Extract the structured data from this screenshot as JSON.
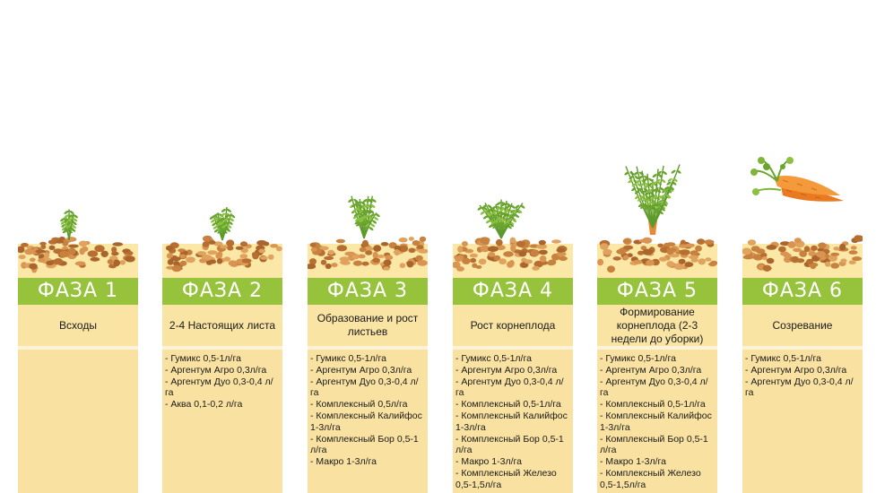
{
  "phases": [
    {
      "label": "ФАЗА 1",
      "description": "Всходы",
      "products": []
    },
    {
      "label": "ФАЗА 2",
      "description": "2-4 Настоящих листа",
      "products": [
        "- Гумикс 0,5-1л/га",
        "- Аргентум Агро 0,3л/га",
        "- Аргентум Дуо 0,3-0,4 л/га",
        "- Аква 0,1-0,2 л/га"
      ]
    },
    {
      "label": "ФАЗА 3",
      "description": "Образование и рост листьев",
      "products": [
        "- Гумикс 0,5-1л/га",
        "- Аргентум Агро 0,3л/га",
        "- Аргентум Дуо 0,3-0,4 л/га",
        "- Комплексный 0,5л/га",
        "- Комплексный Калийфос 1-3л/га",
        "- Комплексный Бор 0,5-1 л/га",
        "- Макро 1-3л/га"
      ]
    },
    {
      "label": "ФАЗА 4",
      "description": "Рост корнеплода",
      "products": [
        "- Гумикс 0,5-1л/га",
        "- Аргентум Агро 0,3л/га",
        "- Аргентум Дуо 0,3-0,4 л/га",
        "- Комплексный 0,5-1л/га",
        "- Комплексный Калийфос 1-3л/га",
        "- Комплексный Бор 0,5-1 л/га",
        "- Макро 1-3л/га",
        "- Комплексный Железо 0,5-1,5л/га"
      ]
    },
    {
      "label": "ФАЗА 5",
      "description": "Формирование корнеплода (2-3 недели до уборки)",
      "products": [
        "- Гумикс 0,5-1л/га",
        "- Аргентум Агро 0,3л/га",
        "- Аргентум Дуо 0,3-0,4 л/га",
        "- Комплексный 0,5-1л/га",
        "- Комплексный Калийфос 1-3л/га",
        "- Комплексный Бор 0,5-1 л/га",
        "- Макро 1-3л/га",
        "- Комплексный Железо 0,5-1,5л/га"
      ]
    },
    {
      "label": "ФАЗА 6",
      "description": "Созревание",
      "products": [
        "- Гумикс 0,5-1л/га",
        "- Аргентум Агро 0,3л/га",
        "- Аргентум Дуо 0,3-0,4 л/га"
      ]
    }
  ],
  "colors": {
    "phase_band": "#97c23c",
    "description_bg": "#f9e4a4",
    "list_bg": "#f9e2a1",
    "soil": "#c8823f",
    "foliage": "#7fb53a",
    "carrot": "#f08a2a"
  },
  "icons": [
    "carrot-sprout-icon",
    "soil-icon",
    "carrot-icon"
  ]
}
